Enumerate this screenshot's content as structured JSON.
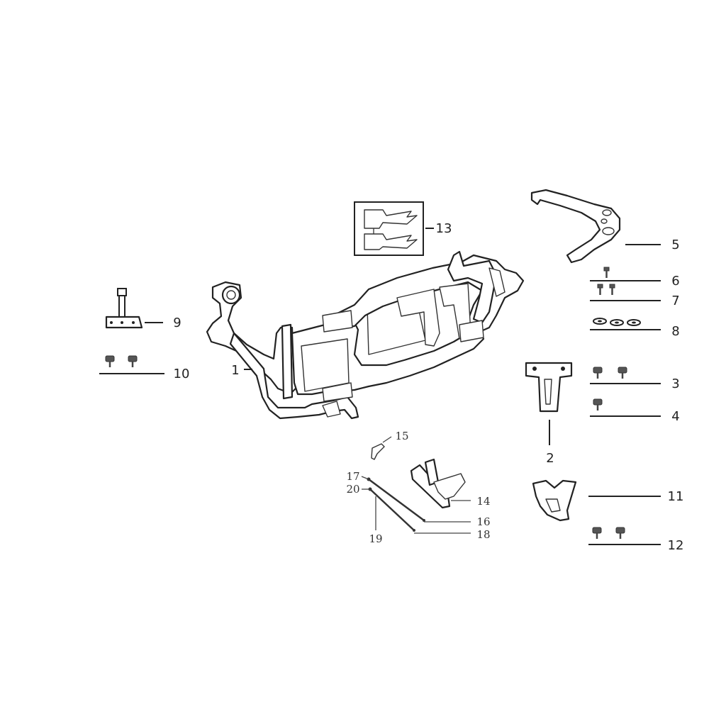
{
  "callouts": {
    "c1": "1",
    "c2": "2",
    "c3": "3",
    "c4": "4",
    "c5": "5",
    "c6": "6",
    "c7": "7",
    "c8": "8",
    "c9": "9",
    "c10": "10",
    "c11": "11",
    "c12": "12",
    "c13": "13",
    "c14": "14",
    "c15": "15",
    "c16": "16",
    "c17": "17",
    "c18": "18",
    "c19": "19",
    "c20": "20"
  },
  "colors": {
    "line": "#222222",
    "background": "#ffffff",
    "fastener": "#555555"
  }
}
